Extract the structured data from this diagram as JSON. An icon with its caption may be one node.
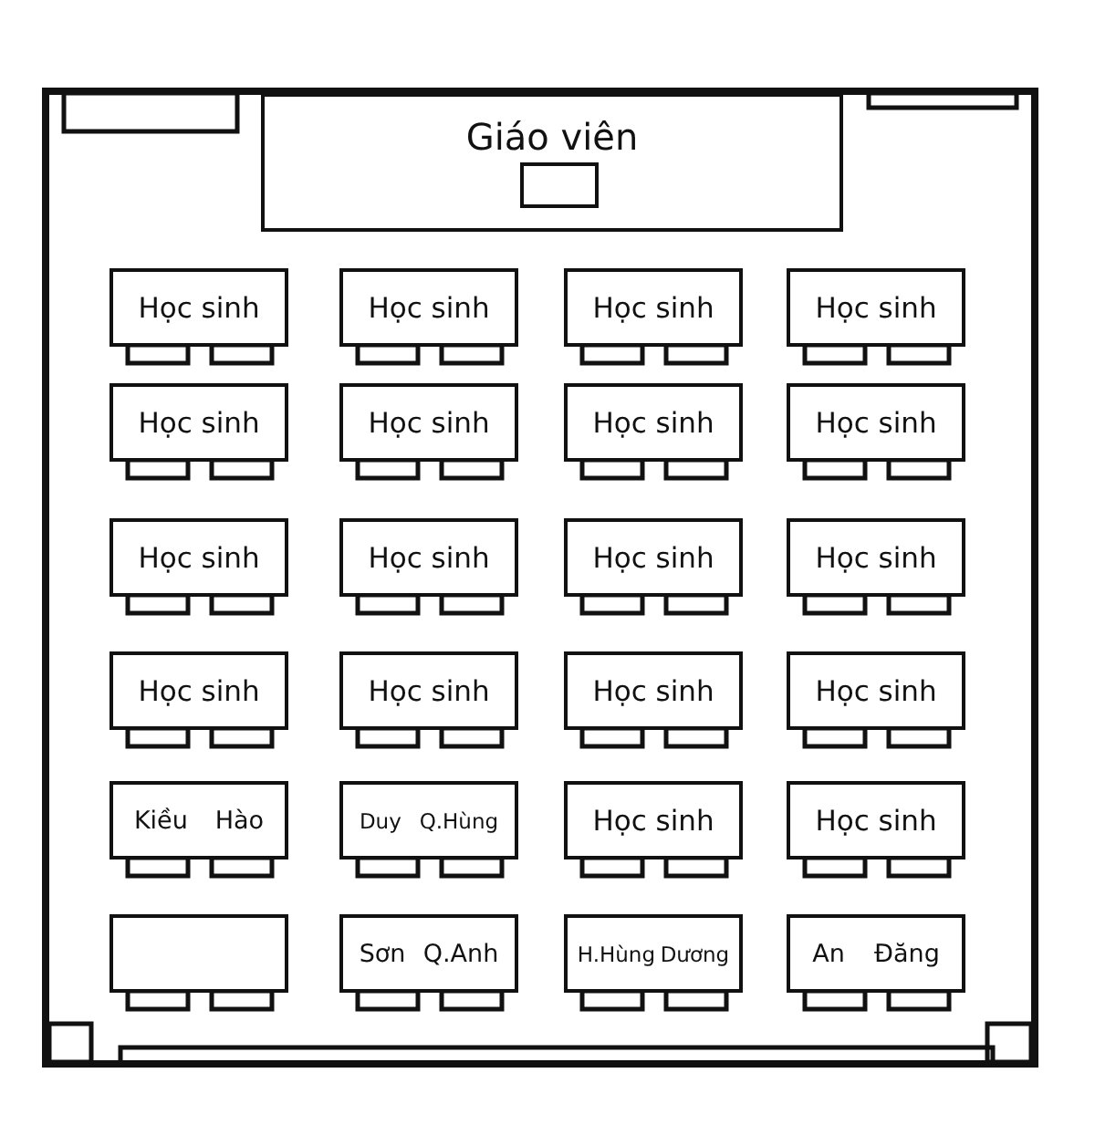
{
  "diagram": {
    "nodes": [
      {
        "text": [
          "Giáo viên"
        ]
      },
      {
        "text": [
          "Học sinh"
        ]
      },
      {
        "text": [
          "Học sinh"
        ]
      },
      {
        "text": [
          "Học sinh"
        ]
      },
      {
        "text": [
          "Học sinh"
        ]
      },
      {
        "text": [
          "Học sinh"
        ]
      },
      {
        "text": [
          "Học sinh"
        ]
      },
      {
        "text": [
          "Học sinh"
        ]
      },
      {
        "text": [
          "Học sinh"
        ]
      },
      {
        "text": [
          "Học sinh"
        ]
      },
      {
        "text": [
          "Học sinh"
        ]
      },
      {
        "text": [
          "Học sinh"
        ]
      },
      {
        "text": [
          "Học sinh"
        ]
      },
      {
        "text": [
          "Học sinh"
        ]
      },
      {
        "text": [
          "Học sinh"
        ]
      },
      {
        "text": [
          "Học sinh"
        ]
      },
      {
        "text": [
          "Học sinh"
        ]
      },
      {
        "text": [
          "Kiều",
          "Hào"
        ]
      },
      {
        "text": [
          "Duy",
          "Q.Hùng"
        ]
      },
      {
        "text": [
          "Học sinh"
        ]
      },
      {
        "text": [
          "Học sinh"
        ]
      },
      {
        "text": [],
        "shape": "box"
      },
      {
        "text": [
          "Sơn",
          "Q.Anh"
        ]
      },
      {
        "text": [
          "H.Hùng",
          "Dương"
        ]
      },
      {
        "text": [
          "An",
          "Đăng"
        ]
      }
    ]
  }
}
